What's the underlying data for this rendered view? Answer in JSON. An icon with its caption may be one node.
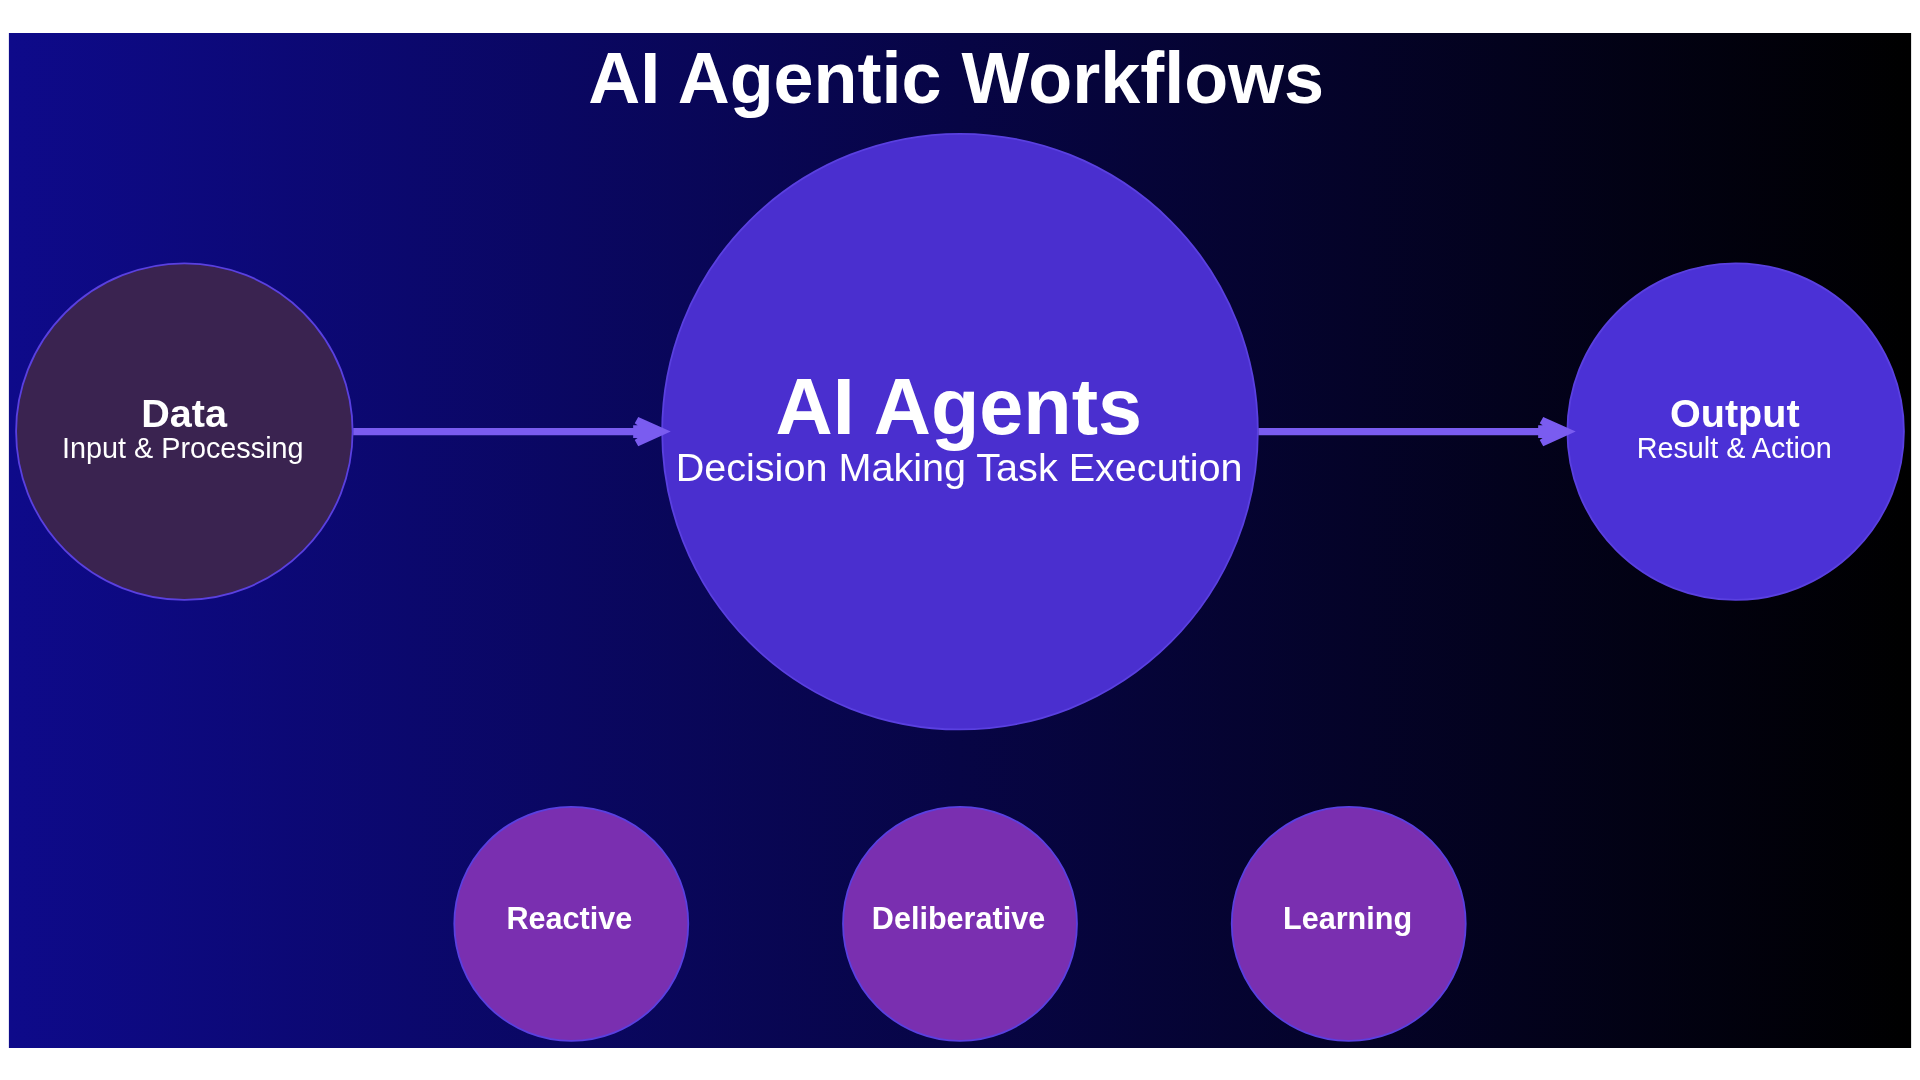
{
  "diagram": {
    "title": "AI Agentic Workflows",
    "nodes": [
      {
        "text": [
          "Data",
          "Input & Processing"
        ]
      },
      {
        "text": [
          "AI Agents",
          "Decision Making Task Execution"
        ]
      },
      {
        "text": [
          "Output",
          "Result & Action"
        ]
      },
      {
        "text": [
          "Reactive"
        ]
      },
      {
        "text": [
          "Deliberative"
        ]
      },
      {
        "text": [
          "Learning"
        ]
      }
    ],
    "edges": [
      {
        "from": 0,
        "to": 1,
        "arrow": "to"
      },
      {
        "from": 1,
        "to": 2,
        "arrow": "to"
      }
    ]
  }
}
